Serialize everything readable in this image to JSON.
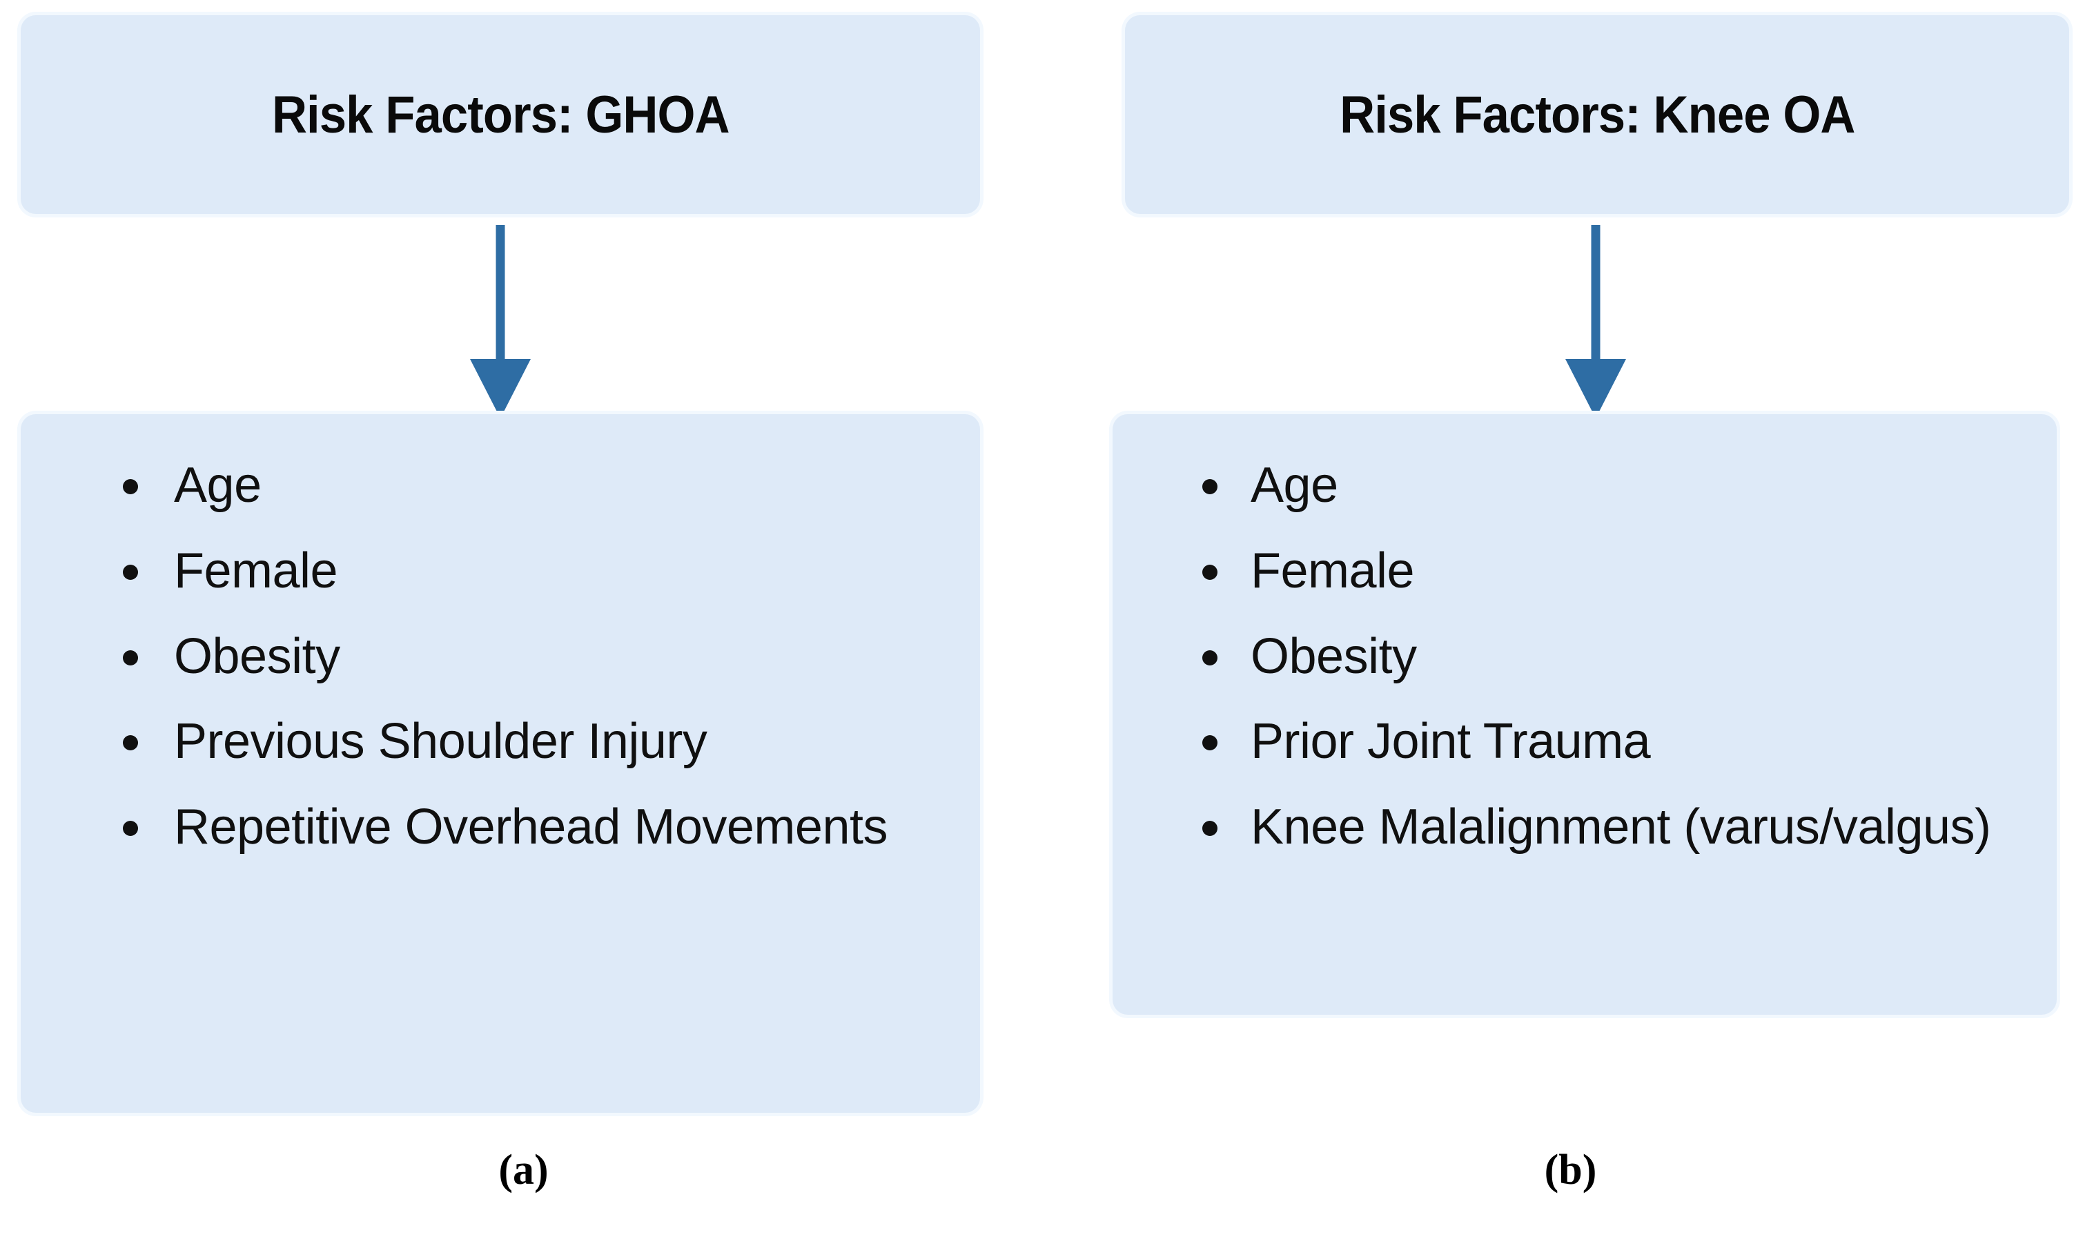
{
  "figure": {
    "colors": {
      "box_fill": "#DEEAF8",
      "box_glow": "#F2F8FE",
      "arrow": "#2E6DA4",
      "text": "#101010",
      "background": "#FFFFFF"
    }
  },
  "panels": [
    {
      "id": "a",
      "caption": "(a)",
      "header": {
        "title": "Risk Factors: GHOA"
      },
      "arrow": {
        "direction": "down",
        "icon": "arrow-down-icon",
        "color": "#2E6DA4"
      },
      "list": {
        "items": [
          "Age",
          "Female",
          "Obesity",
          "Previous Shoulder Injury",
          "Repetitive Overhead Movements"
        ]
      }
    },
    {
      "id": "b",
      "caption": "(b)",
      "header": {
        "title": "Risk Factors: Knee OA"
      },
      "arrow": {
        "direction": "down",
        "icon": "arrow-down-icon",
        "color": "#2E6DA4"
      },
      "list": {
        "items": [
          "Age",
          "Female",
          "Obesity",
          "Prior Joint Trauma",
          "Knee Malalignment (varus/valgus)"
        ]
      }
    }
  ]
}
